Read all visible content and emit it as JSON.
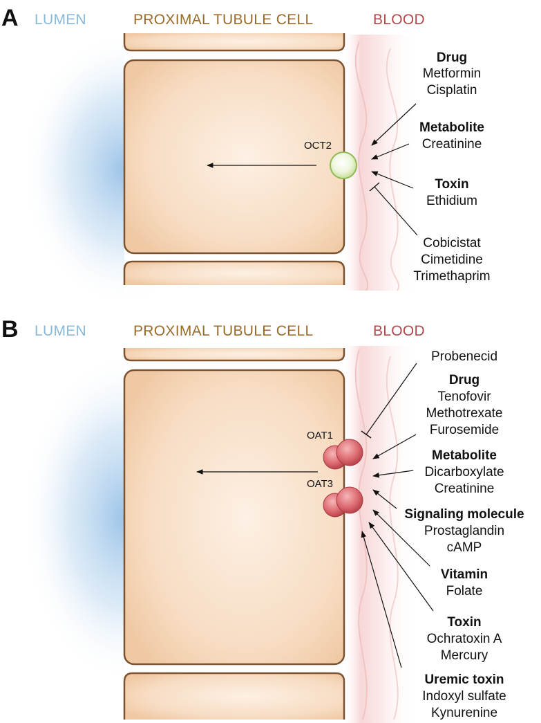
{
  "colors": {
    "lumen": "#8ab9d9",
    "cell_header": "#9a6a2a",
    "blood": "#b5464a",
    "cell_fill": "#f6dcc2",
    "cell_stroke": "#7a5230",
    "oct2": "#9bc463",
    "oat": "#cf5159"
  },
  "panel_a": {
    "letter": "A",
    "lumen": "LUMEN",
    "cell": "PROXIMAL TUBULE CELL",
    "blood": "BLOOD",
    "transporter": "OCT2",
    "groups": [
      {
        "title": "Drug",
        "items": [
          "Metformin",
          "Cisplatin"
        ]
      },
      {
        "title": "Metabolite",
        "items": [
          "Creatinine"
        ]
      },
      {
        "title": "Toxin",
        "items": [
          "Ethidium"
        ]
      },
      {
        "title": "",
        "items": [
          "Cobicistat",
          "Cimetidine",
          "Trimethaprim"
        ]
      }
    ]
  },
  "panel_b": {
    "letter": "B",
    "lumen": "LUMEN",
    "cell": "PROXIMAL TUBULE CELL",
    "blood": "BLOOD",
    "transporter_1": "OAT1",
    "transporter_2": "OAT3",
    "groups": [
      {
        "title": "",
        "items": [
          "Probenecid"
        ]
      },
      {
        "title": "Drug",
        "items": [
          "Tenofovir",
          "Methotrexate",
          "Furosemide"
        ]
      },
      {
        "title": "Metabolite",
        "items": [
          "Dicarboxylate",
          "Creatinine"
        ]
      },
      {
        "title": "Signaling molecule",
        "items": [
          "Prostaglandin",
          "cAMP"
        ]
      },
      {
        "title": "Vitamin",
        "items": [
          "Folate"
        ]
      },
      {
        "title": "Toxin",
        "items": [
          "Ochratoxin A",
          "Mercury"
        ]
      },
      {
        "title": "Uremic toxin",
        "items": [
          "Indoxyl sulfate",
          "Kynurenine"
        ]
      }
    ]
  }
}
